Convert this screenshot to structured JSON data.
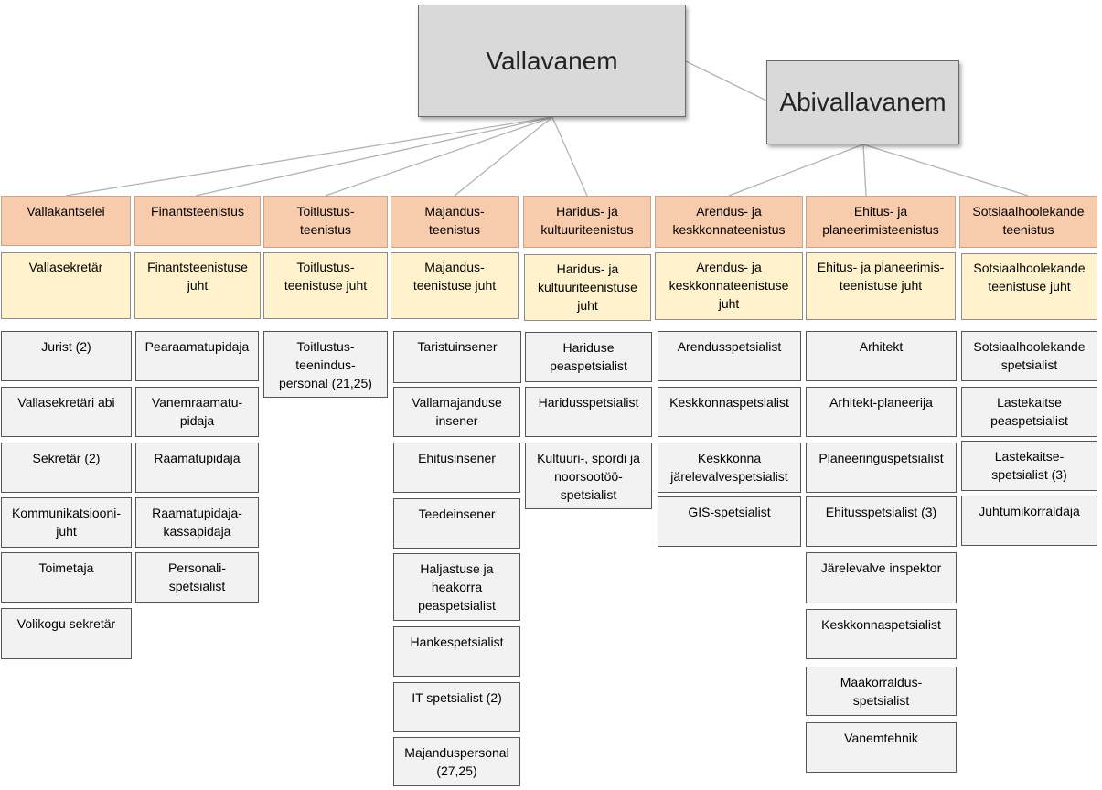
{
  "top": {
    "mayor": "Vallavanem",
    "deputy": "Abivallavanem"
  },
  "colors": {
    "top": "#d9d9d9",
    "department": "#f8cbad",
    "head": "#fff2cc",
    "item": "#f2f2f2",
    "connector": "#b3b3b3"
  },
  "columns": [
    {
      "dept": "Vallakantselei",
      "head": "Vallasekretär",
      "items": [
        "Jurist (2)",
        "Vallasekretäri abi",
        "Sekretär (2)",
        "Kommunikatsiooni-\njuht",
        "Toimetaja",
        "Volikogu sekretär"
      ]
    },
    {
      "dept": "Finantsteenistus",
      "head": "Finantsteenistuse\njuht",
      "items": [
        "Pearaamatupidaja",
        "Vanemraamatu-\npidaja",
        "Raamatupidaja",
        "Raamatupidaja-\nkassapidaja",
        "Personali-\nspetsialist"
      ]
    },
    {
      "dept": "Toitlustus-\nteenistus",
      "head": "Toitlustus-\nteenistuse juht",
      "items": [
        "Toitlustus-\nteenindus-\npersonal (21,25)"
      ]
    },
    {
      "dept": "Majandus-\nteenistus",
      "head": "Majandus-\nteenistuse juht",
      "items": [
        "Taristuinsener",
        "Vallamajanduse\ninsener",
        "Ehitusinsener",
        "Teedeinsener",
        "Haljastuse ja\nheakorra\npeaspetsialist",
        "Hankespetsialist",
        "IT spetsialist (2)",
        "Majanduspersonal\n(27,25)"
      ]
    },
    {
      "dept": "Haridus- ja\nkultuuriteenistus",
      "head": "Haridus- ja\nkultuuriteenistuse\njuht",
      "items": [
        "Hariduse\npeaspetsialist",
        "Haridusspetsialist",
        "Kultuuri-, spordi ja\nnoorsootöö-\nspetsialist"
      ]
    },
    {
      "dept": "Arendus- ja\nkeskkonnateenistus",
      "head": "Arendus- ja\nkeskkonnateenistuse\njuht",
      "items": [
        "Arendusspetsialist",
        "Keskkonnaspetsialist",
        "Keskkonna\njärelevalvespetsialist",
        "GIS-spetsialist"
      ]
    },
    {
      "dept": "Ehitus- ja\nplaneerimisteenistus",
      "head": "Ehitus- ja planeerimis-\nteenistuse juht",
      "items": [
        "Arhitekt",
        "Arhitekt-planeerija",
        "Planeeringuspetsialist",
        "Ehitusspetsialist (3)",
        "Järelevalve inspektor",
        "Keskkonnaspetsialist",
        "Maakorraldus-\nspetsialist",
        "Vanemtehnik"
      ]
    },
    {
      "dept": "Sotsiaalhoolekande\nteenistus",
      "head": "Sotsiaalhoolekande\nteenistuse juht",
      "items": [
        "Sotsiaalhoolekande\nspetsialist",
        "Lastekaitse\npeaspetsialist",
        "Lastekaitse-\nspetsialist (3)",
        "Juhtumikorraldaja"
      ]
    }
  ]
}
